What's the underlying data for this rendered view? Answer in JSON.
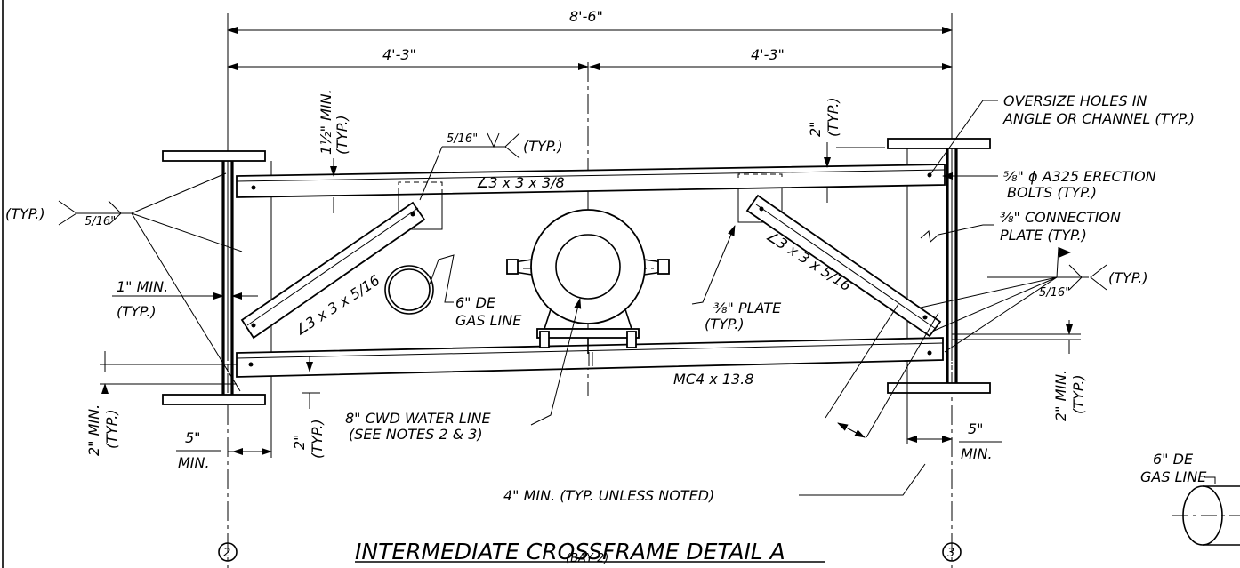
{
  "dimensions": {
    "overall": "8'-6\"",
    "half_left": "4'-3\"",
    "half_right": "4'-3\""
  },
  "welds": {
    "top_left_size": "5/16\"",
    "top_left_typ": "(TYP.)",
    "left_typ": "(TYP.)",
    "left_size": "5/16\"",
    "right_size": "5/16\"",
    "right_typ": "(TYP.)"
  },
  "members": {
    "top_angle": "∠3 x 3 x 3/8",
    "left_diag": "∠3 x 3 x 5/16",
    "right_diag": "∠3 x 3 x 5/16",
    "bottom_channel": "MC4 x 13.8"
  },
  "notes": {
    "min_1_5": [
      "1½\" MIN.",
      "(TYP.)"
    ],
    "min_2_top": [
      "2\"",
      "(TYP.)"
    ],
    "oversize": [
      "OVERSIZE HOLES IN",
      "ANGLE OR CHANNEL (TYP.)"
    ],
    "bolts": [
      "⅝\" ϕ A325 ERECTION",
      "BOLTS (TYP.)"
    ],
    "conn_plate": [
      "⅜\" CONNECTION",
      "PLATE (TYP.)"
    ],
    "min_1": [
      "1\" MIN.",
      "(TYP.)"
    ],
    "gas_line": [
      "6\" DE",
      "GAS LINE"
    ],
    "plate_38": [
      "⅜\" PLATE",
      "(TYP.)"
    ],
    "water_line": [
      "8\" CWD WATER LINE",
      "(SEE NOTES 2 & 3)"
    ],
    "min_4": "4\" MIN.  (TYP. UNLESS NOTED)",
    "min_2_left": [
      "2\" MIN.",
      "(TYP.)"
    ],
    "min_5_left": [
      "5\"",
      "MIN."
    ],
    "min_2_bottom": [
      "2\"",
      "(TYP.)"
    ],
    "min_5_right": [
      "5\"",
      "MIN."
    ],
    "min_2_right": [
      "2\" MIN.",
      "(TYP.)"
    ],
    "side_gas_line": [
      "6\" DE",
      "GAS LINE"
    ]
  },
  "grid": {
    "left": "2",
    "right": "3"
  },
  "title": {
    "main": "INTERMEDIATE CROSSFRAME DETAIL A",
    "sub": "(BAY 2)"
  }
}
